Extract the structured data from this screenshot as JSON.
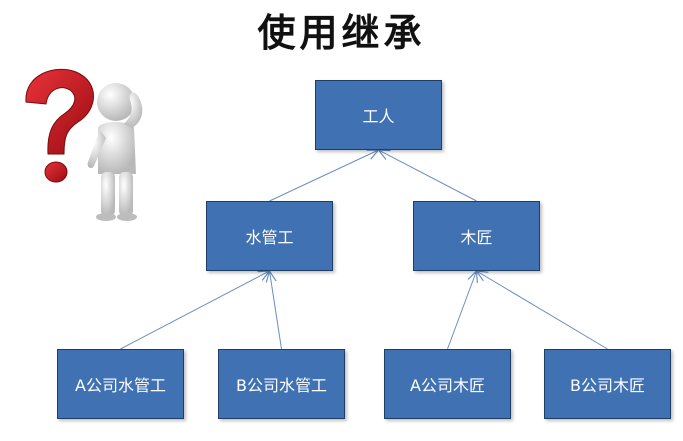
{
  "title": "使用继承",
  "colors": {
    "node_fill": "#3f71b3",
    "node_border": "#1f3e66",
    "edge": "#6b8fc2",
    "question_mark": "#c8141d",
    "figure": "#e6e6e6"
  },
  "icons": [
    "question-mark-icon",
    "thinking-person-icon"
  ],
  "nodes": {
    "worker": "工人",
    "plumber": "水管工",
    "carpenter": "木匠",
    "a_plumber": "A公司水管工",
    "b_plumber": "B公司水管工",
    "a_carpenter": "A公司木匠",
    "b_carpenter": "B公司木匠"
  },
  "edges": [
    {
      "from": "plumber",
      "to": "worker"
    },
    {
      "from": "carpenter",
      "to": "worker"
    },
    {
      "from": "a_plumber",
      "to": "plumber"
    },
    {
      "from": "b_plumber",
      "to": "plumber"
    },
    {
      "from": "a_carpenter",
      "to": "carpenter"
    },
    {
      "from": "b_carpenter",
      "to": "carpenter"
    }
  ]
}
